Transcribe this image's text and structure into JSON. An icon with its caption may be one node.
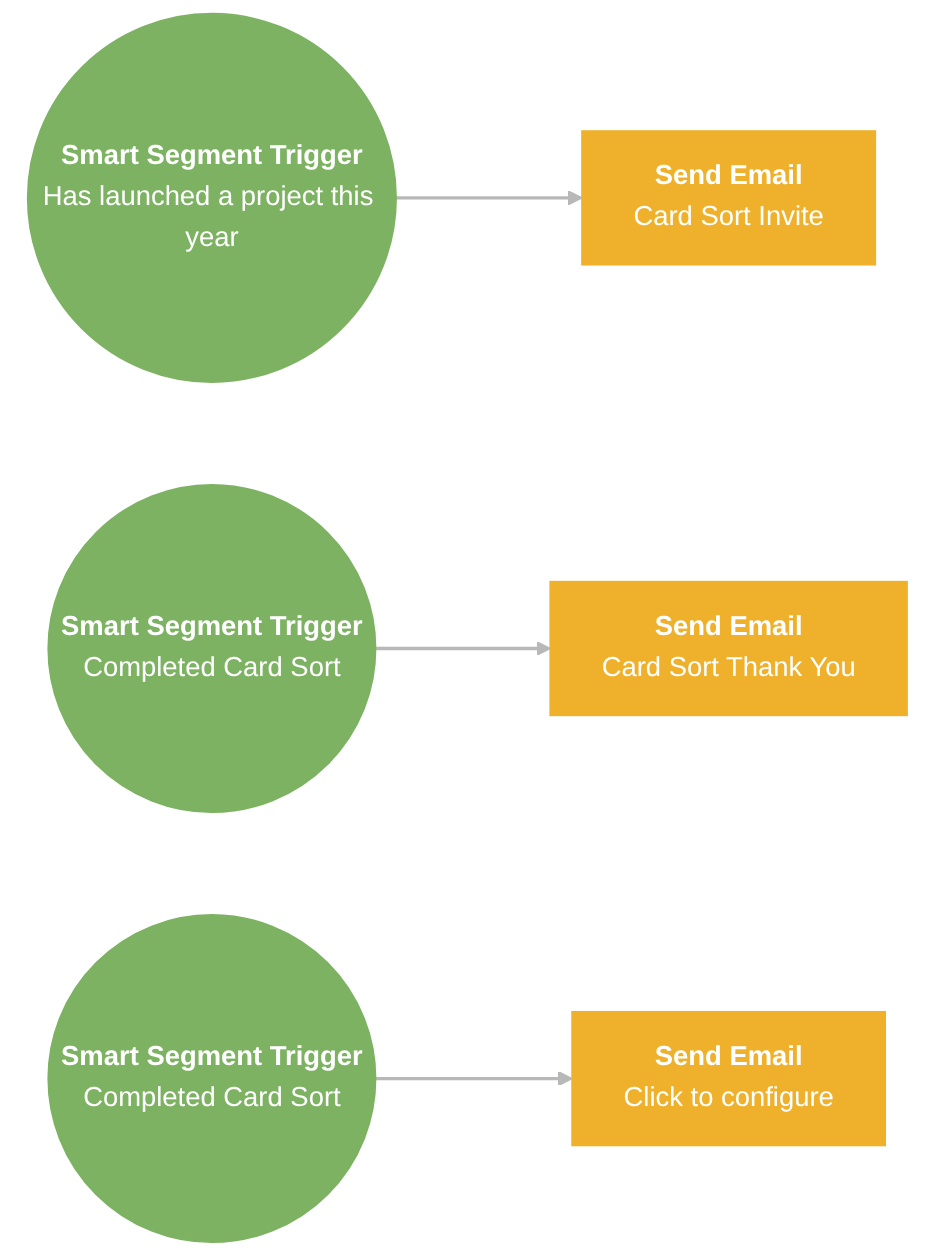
{
  "diagram": {
    "nodes": [
      {
        "text": [
          "Smart Segment Trigger",
          "Has launched a project this year"
        ]
      },
      {
        "text": [
          "Send Email",
          "Card Sort Invite"
        ]
      },
      {
        "text": [
          "Smart Segment Trigger",
          "Completed Card Sort"
        ]
      },
      {
        "text": [
          "Send Email",
          "Card Sort Thank You"
        ]
      },
      {
        "text": [
          "Smart Segment Trigger",
          "Completed Card Sort"
        ]
      },
      {
        "text": [
          "Send Email",
          "Click to configure"
        ]
      }
    ],
    "edges": [
      {
        "from": 0,
        "to": 1,
        "arrow": "to"
      },
      {
        "from": 2,
        "to": 3,
        "arrow": "to"
      },
      {
        "from": 4,
        "to": 5,
        "arrow": "to"
      }
    ]
  }
}
